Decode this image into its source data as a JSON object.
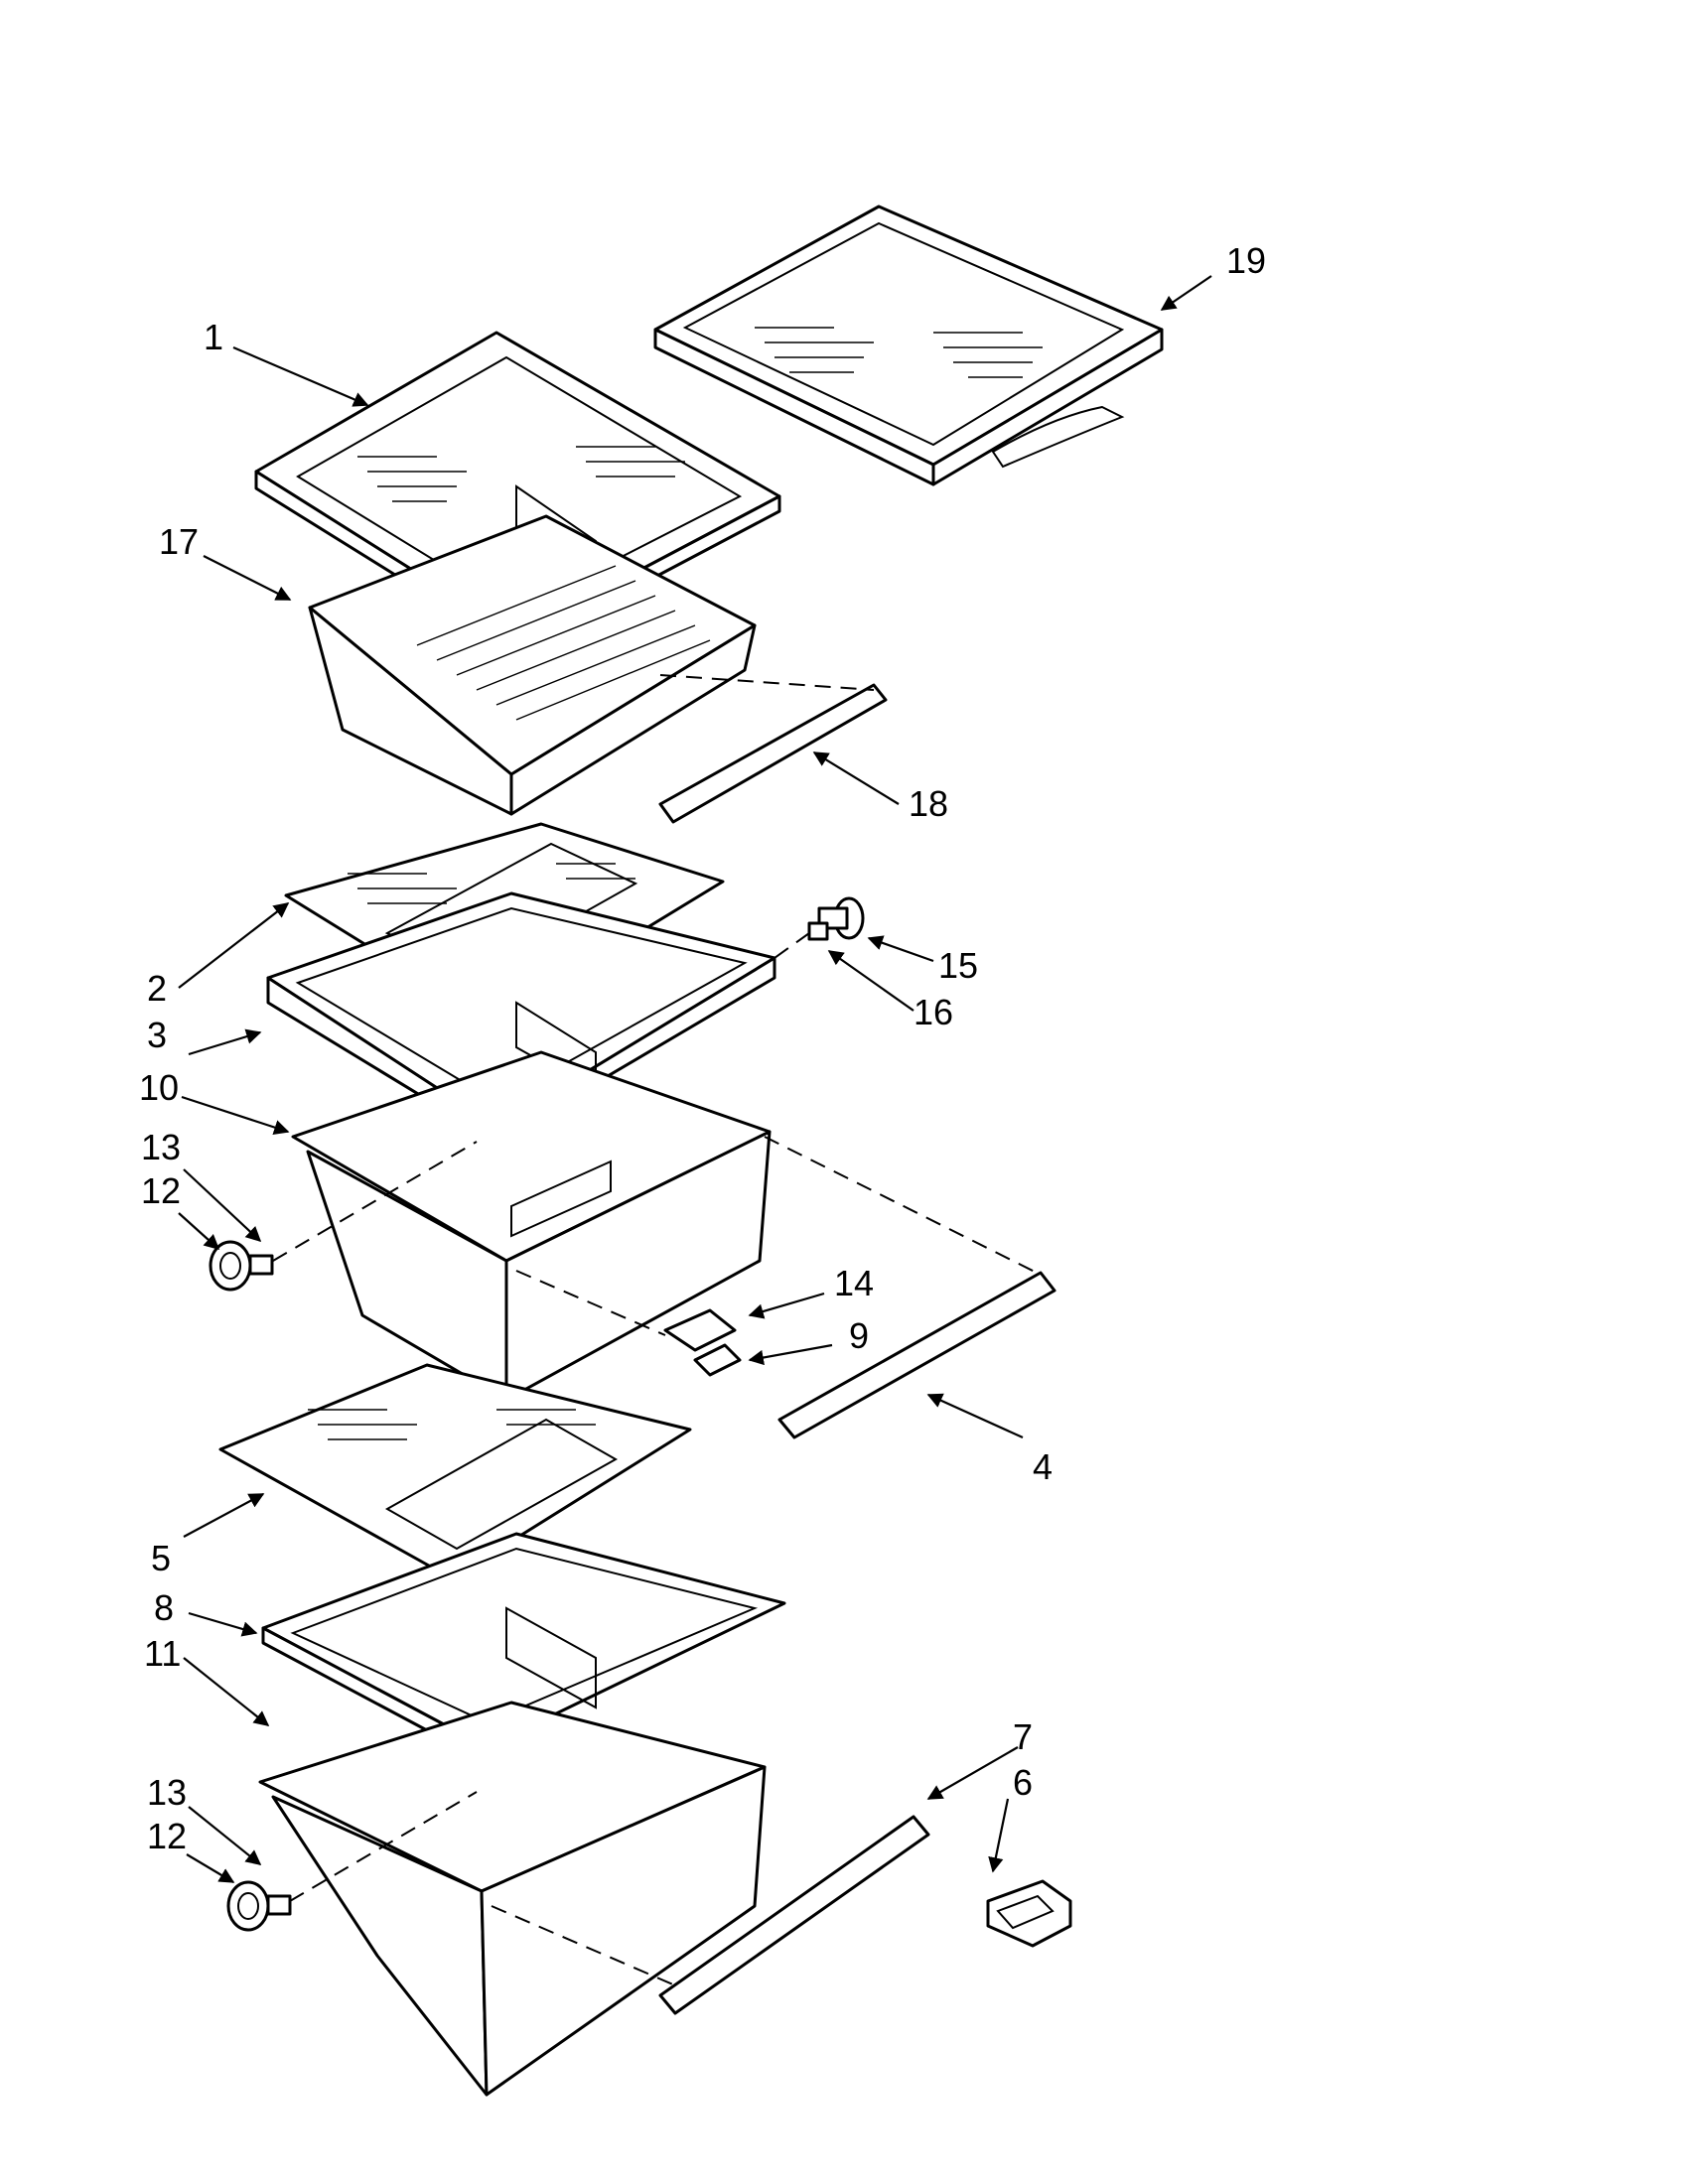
{
  "callouts": {
    "c1": "1",
    "c2": "2",
    "c3": "3",
    "c4": "4",
    "c5": "5",
    "c6": "6",
    "c7": "7",
    "c8": "8",
    "c9": "9",
    "c10": "10",
    "c11": "11",
    "c12_upper": "12",
    "c12_lower": "12",
    "c13_upper": "13",
    "c13_lower": "13",
    "c14": "14",
    "c15": "15",
    "c16": "16",
    "c17": "17",
    "c18": "18",
    "c19": "19"
  },
  "colors": {
    "line": "#000000",
    "background": "#ffffff"
  }
}
